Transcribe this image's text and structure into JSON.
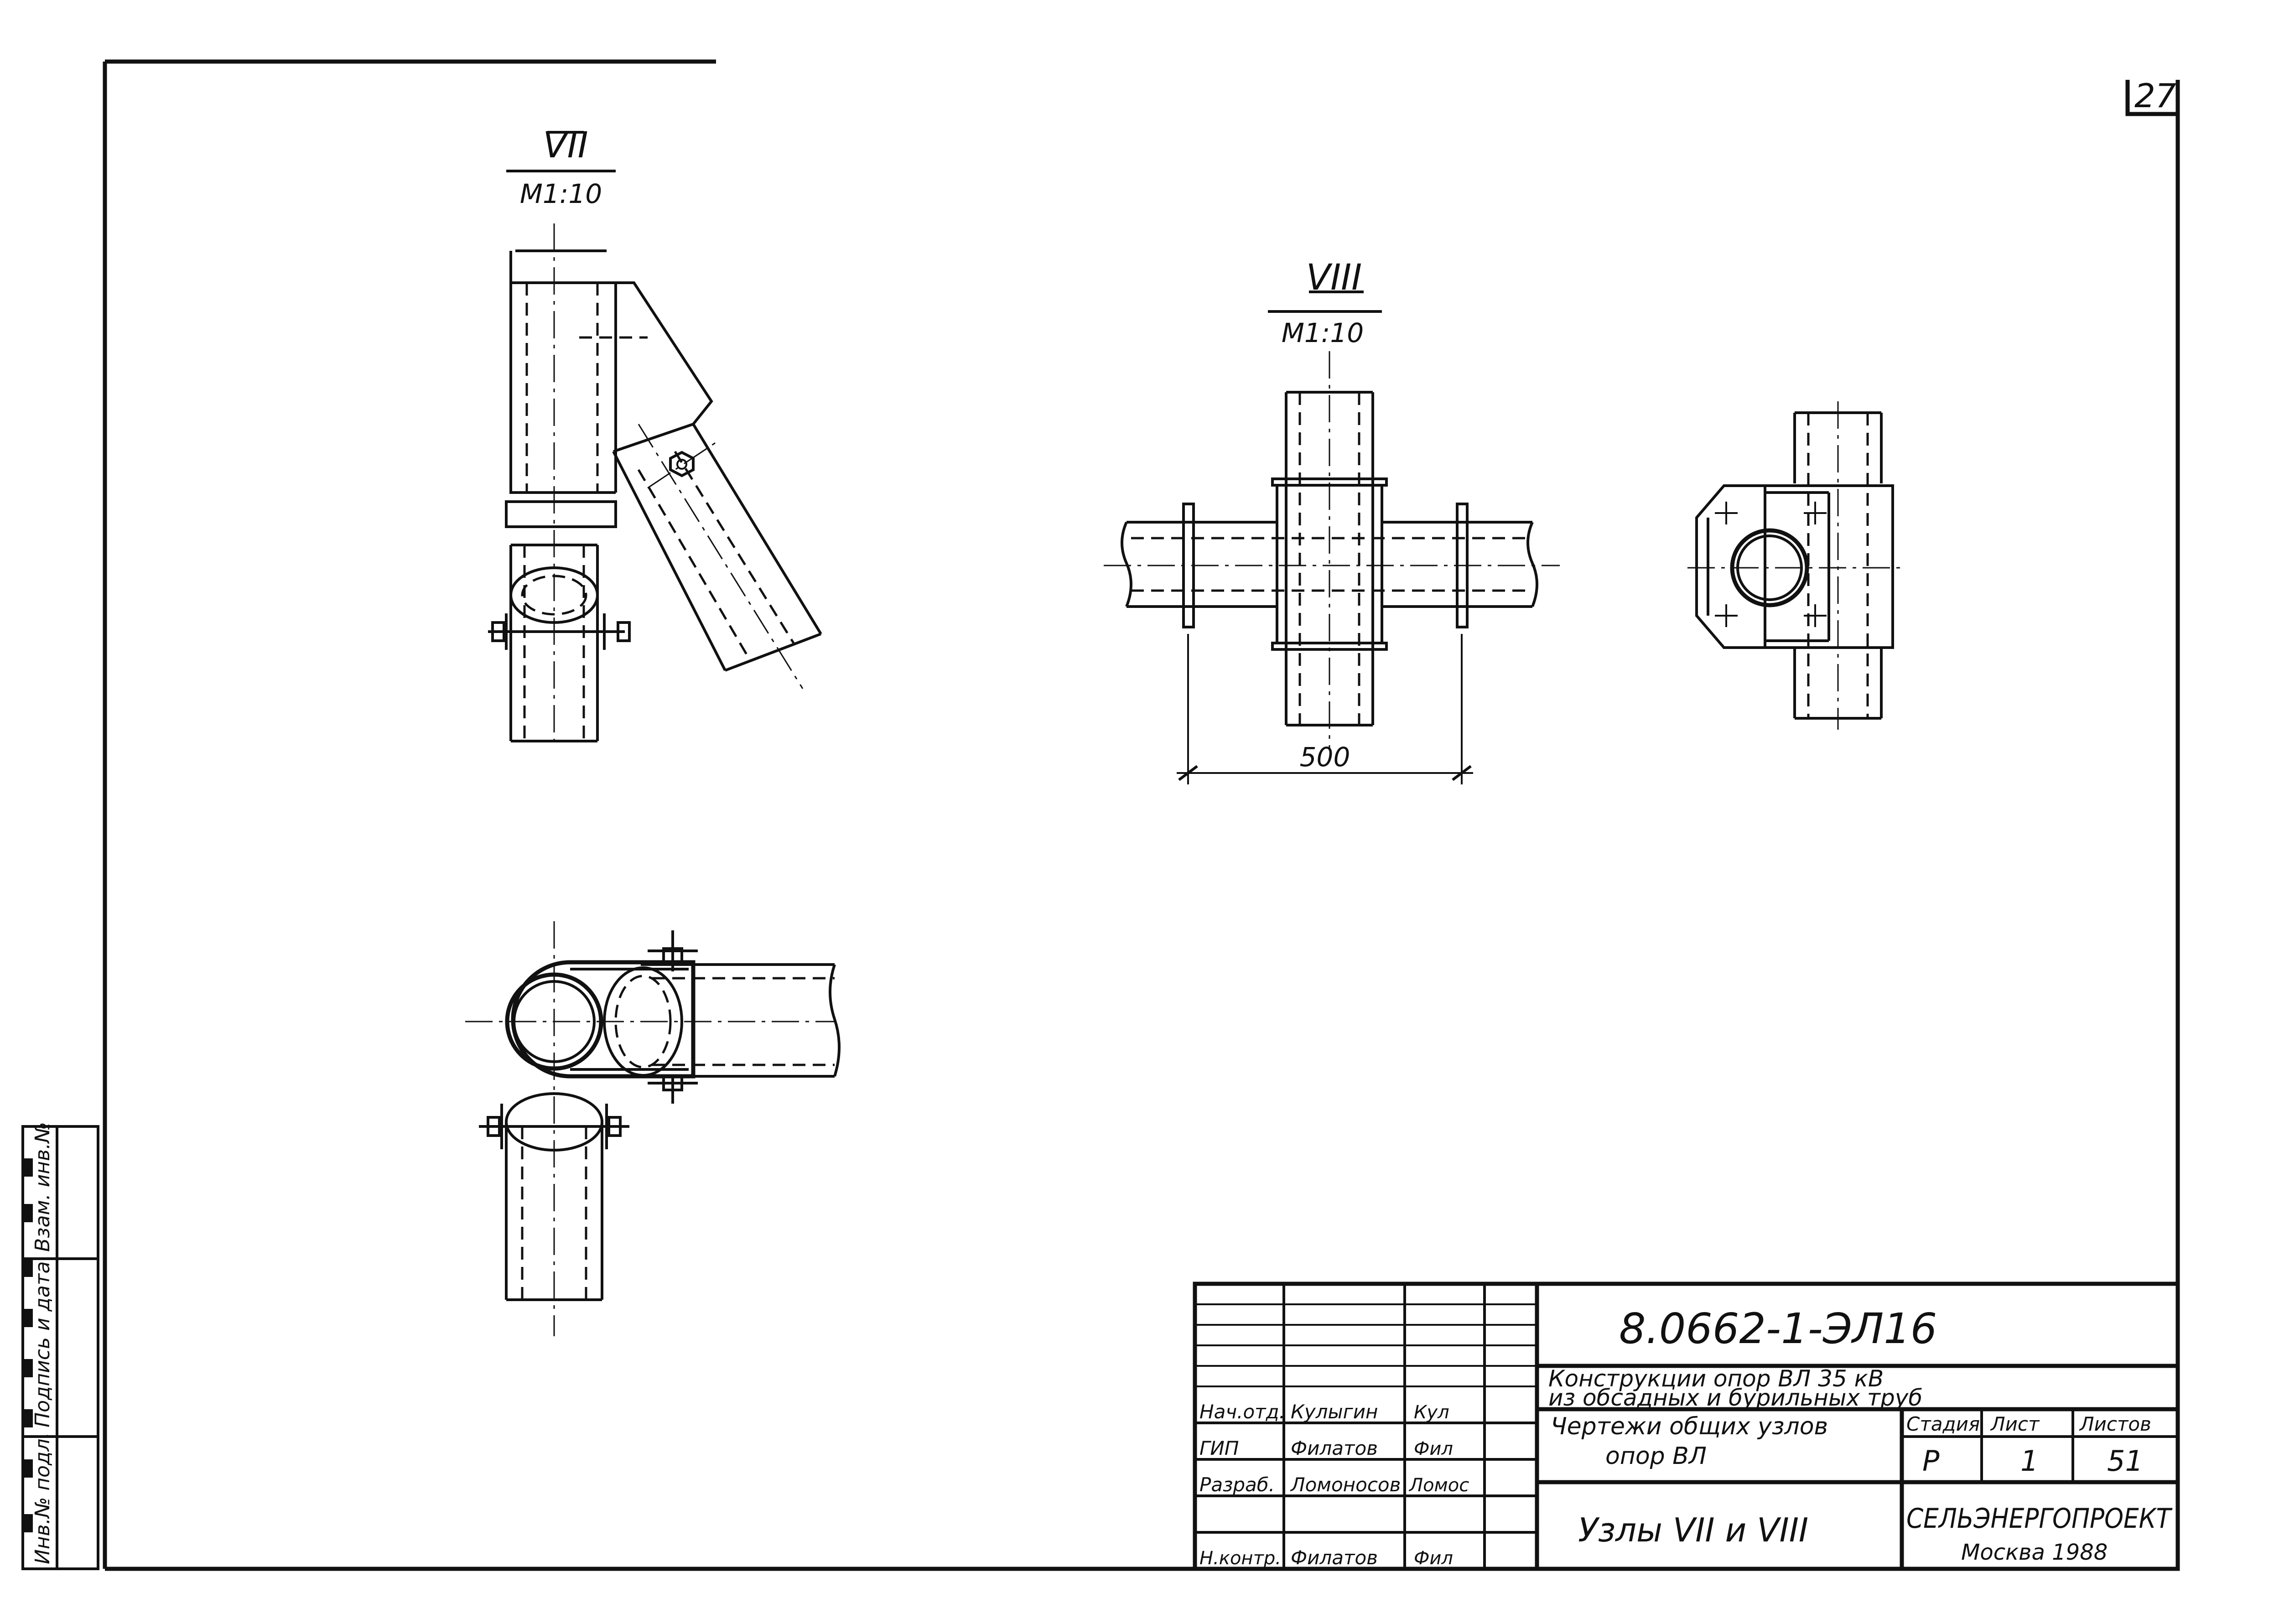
{
  "sheet_number": "27",
  "views": {
    "node7": {
      "label": "VII",
      "scale": "М1:10"
    },
    "node8": {
      "label": "VIII",
      "scale": "М1:10",
      "dimension": "500"
    }
  },
  "side_stamp": {
    "inv_no": "Инв.№ подл.",
    "signature_date": "Подпись и дата",
    "replaced_inv": "Взам. инв.№"
  },
  "title_block": {
    "doc_code": "8.0662-1-ЭЛ16",
    "project_line1": "Конструкции опор ВЛ 35 кВ",
    "project_line2": "из обсадных и бурильных труб",
    "section_line1": "Чертежи общих узлов",
    "section_line2": "опор ВЛ",
    "sheet_title": "Узлы VII и VIII",
    "stage_header": "Стадия",
    "sheet_header": "Лист",
    "sheets_header": "Листов",
    "stage_value": "Р",
    "sheet_value": "1",
    "sheets_value": "51",
    "org_line1": "СЕЛЬЭНЕРГОПРОЕКТ",
    "org_line2": "Москва 1988",
    "people": [
      {
        "role": "Нач.отд.",
        "name": "Кулыгин",
        "sign": "Кул"
      },
      {
        "role": "ГИП",
        "name": "Филатов",
        "sign": "Фил"
      },
      {
        "role": "Разраб.",
        "name": "Ломоносов",
        "sign": "Ломос"
      },
      {
        "role": "Н.контр.",
        "name": "Филатов",
        "sign": "Фил"
      }
    ]
  }
}
